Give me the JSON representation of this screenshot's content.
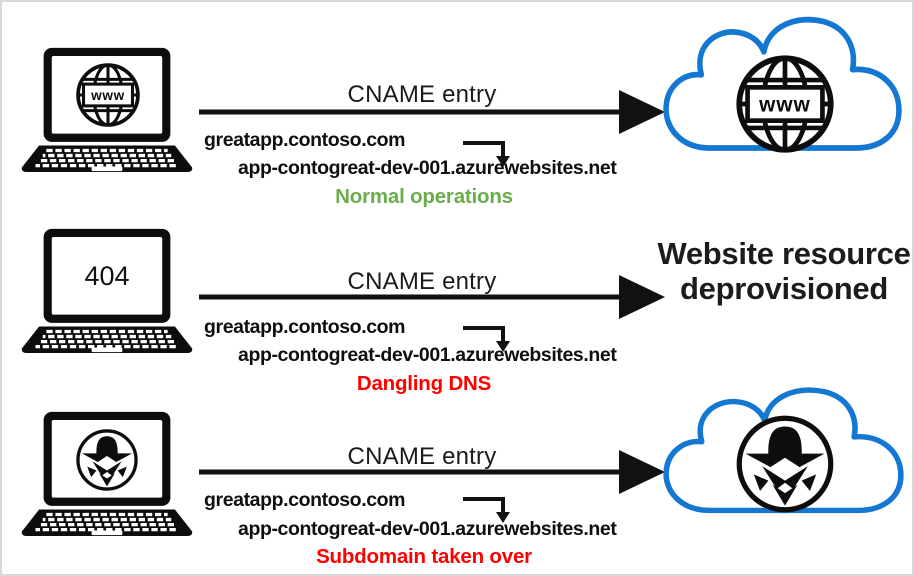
{
  "diagram_title": "CNAME dangling DNS / subdomain takeover diagram",
  "colors": {
    "cloud_outline": "#1478d2",
    "arrow": "#111111",
    "status_green": "#6aae4c",
    "status_red": "#ff0000",
    "text": "#111111",
    "canvas_border": "#d8d8d8"
  },
  "icons": {
    "globe_label": "www",
    "laptop": "laptop-icon",
    "globe": "globe-www-icon",
    "spy": "spy-icon",
    "cloud": "cloud-icon"
  },
  "rows": [
    {
      "id": "normal-operations",
      "laptop_screen_icon": "globe-www-icon",
      "cname_label": "CNAME entry",
      "domain": "greatapp.contoso.com",
      "mapped_to": "app-contogreat-dev-001.azurewebsites.net",
      "status": "Normal operations",
      "status_color": "#6aae4c",
      "destination_icon": "cloud-globe-www-icon"
    },
    {
      "id": "dangling-dns",
      "laptop_screen_text": "404",
      "cname_label": "CNAME entry",
      "domain": "greatapp.contoso.com",
      "mapped_to": "app-contogreat-dev-001.azurewebsites.net",
      "status": "Dangling DNS",
      "status_color": "#ff0000",
      "destination_text": "Website resource deprovisioned"
    },
    {
      "id": "subdomain-takeover",
      "laptop_screen_icon": "spy-icon",
      "cname_label": "CNAME entry",
      "domain": "greatapp.contoso.com",
      "mapped_to": "app-contogreat-dev-001.azurewebsites.net",
      "status": "Subdomain taken over",
      "status_color": "#ff0000",
      "destination_icon": "cloud-spy-icon"
    }
  ]
}
